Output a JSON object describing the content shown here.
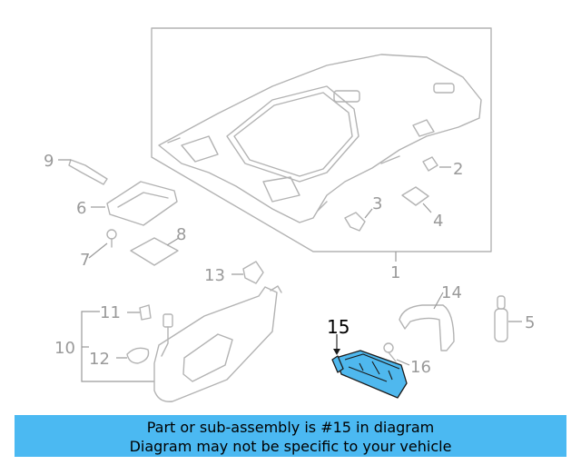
{
  "callouts": {
    "c1": "1",
    "c2": "2",
    "c3": "3",
    "c4": "4",
    "c5": "5",
    "c6": "6",
    "c7": "7",
    "c8": "8",
    "c9": "9",
    "c10": "10",
    "c11": "11",
    "c12": "12",
    "c13": "13",
    "c14": "14",
    "c15": "15",
    "c16": "16"
  },
  "highlighted_part": "15",
  "colors": {
    "highlight": "#4fb8ee",
    "banner": "#4bb9f2",
    "line_art": "#b3b3b3"
  },
  "banner": {
    "line1": "Part or sub-assembly is #15 in diagram",
    "line2": "Diagram may not be specific to your vehicle"
  }
}
